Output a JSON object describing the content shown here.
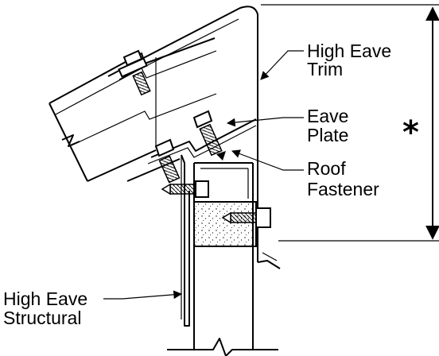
{
  "labels": {
    "high_eave_trim": [
      "High Eave",
      "Trim"
    ],
    "eave_plate": [
      "Eave",
      "Plate"
    ],
    "roof_fastener": [
      "Roof",
      "Fastener"
    ],
    "high_eave_structural": [
      "High Eave",
      "Structural"
    ]
  },
  "dimension_marker": "*"
}
